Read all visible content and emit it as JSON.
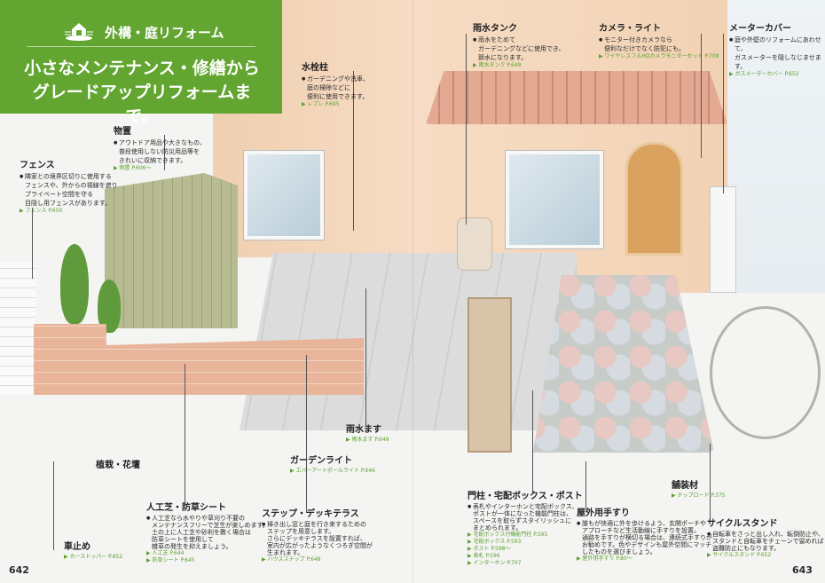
{
  "header": {
    "category": "外構・庭リフォーム",
    "title": "小さなメンテナンス・修繕から\nグレードアップリフォームまで。",
    "icon": "house-garden-icon",
    "accent": "#62a530"
  },
  "labels": {
    "storage": {
      "title": "物置",
      "body": "アウトドア用品や大きなもの、\n普段使用しない防災用品等を\nきれいに収納できます。",
      "links": [
        "物置 P.606～"
      ]
    },
    "fence": {
      "title": "フェンス",
      "body": "隣家との境界区切りに使用する\nフェンスや、外からの視線を遮り\nプライベート空間を守る\n目隠し用フェンスがあります。",
      "links": [
        "フェンス P.650"
      ]
    },
    "faucet": {
      "title": "水栓柱",
      "body": "ガーデニングや洗車、\n庭の掃除などに\n便利に使用できます。",
      "links": [
        "レプレ P.695"
      ]
    },
    "rain_tank": {
      "title": "雨水タンク",
      "body": "雨水をためて\nガーデニングなどに使用でき、\n節水になります。",
      "links": [
        "雨水タンク P.649"
      ]
    },
    "camera": {
      "title": "カメラ・ライト",
      "body": "モニター付きカメラなら\n便利なだけでなく防犯にも。",
      "links": [
        "ワイヤレスフルHDカメラモニターセット P.708"
      ]
    },
    "meter": {
      "title": "メーターカバー",
      "body": "庭や外壁のリフォームにあわせて、\nガスメーターを隠しなじませます。",
      "links": [
        "ガスメーターカバー P.652"
      ]
    },
    "planting": {
      "title": "植栽・花壇"
    },
    "car_stop": {
      "title": "車止め",
      "links": [
        "カーストッパー P.652"
      ]
    },
    "turf": {
      "title": "人工芝・防草シート",
      "body": "人工芝なら水やりや草刈り不要の\nメンテナンスフリーで芝生が楽しめます。\n土の上に人工芝や砂利を敷く場合は\n防草シートを使用して\n雑草の発生を抑えましょう。",
      "links": [
        "人工芝 P.644",
        "防草シート P.645"
      ]
    },
    "step": {
      "title": "ステップ・デッキテラス",
      "body": "掃き出し窓と庭を行き来するための\nステップを用意します。\nさらにデッキテラスを設置すれば、\n室内が広がったようなくつろぎ空間が\n生まれます。",
      "links": [
        "ハウスステップ P.648"
      ]
    },
    "rain_basin": {
      "title": "雨水ます",
      "links": [
        "雨水ます P.649"
      ]
    },
    "garden_light": {
      "title": "ガーデンライト",
      "links": [
        "エバーアートポールライト P.646"
      ]
    },
    "gate_post": {
      "title": "門柱・宅配ボックス・ポスト",
      "body": "表札やインターホンと宅配ボックス、\nポストが一体になった機能門柱は、\nスペースを取らずスタイリッシュに\nまとめられます。",
      "links": [
        "宅配ボックス付機能門柱 P.595",
        "宅配ボックス P.593",
        "ポスト P.598～",
        "表札 P.596",
        "インターホン P.707"
      ]
    },
    "handrail": {
      "title": "屋外用手すり",
      "body": "誰もが快適に外を歩けるよう、玄関ポーチや\nアプローチなど生活動線に手すりを設置。\n通路を手すりが横切る場合は、連続式手すりが\nお勧めです。色やデザインも屋外空間にマッチ\nしたものを選びましょう。",
      "links": [
        "屋外用手すり P.80～"
      ]
    },
    "paving": {
      "title": "舗装材",
      "links": [
        "チップロード P.375"
      ]
    },
    "cycle": {
      "title": "サイクルスタンド",
      "body": "自転車をさっと出し入れ、転倒防止や、\nスタンドと自転車をチェーンで留めれば\n盗難防止にもなります。",
      "links": [
        "サイクルスタンド P.652"
      ]
    }
  },
  "page_numbers": {
    "left": "642",
    "right": "643"
  }
}
